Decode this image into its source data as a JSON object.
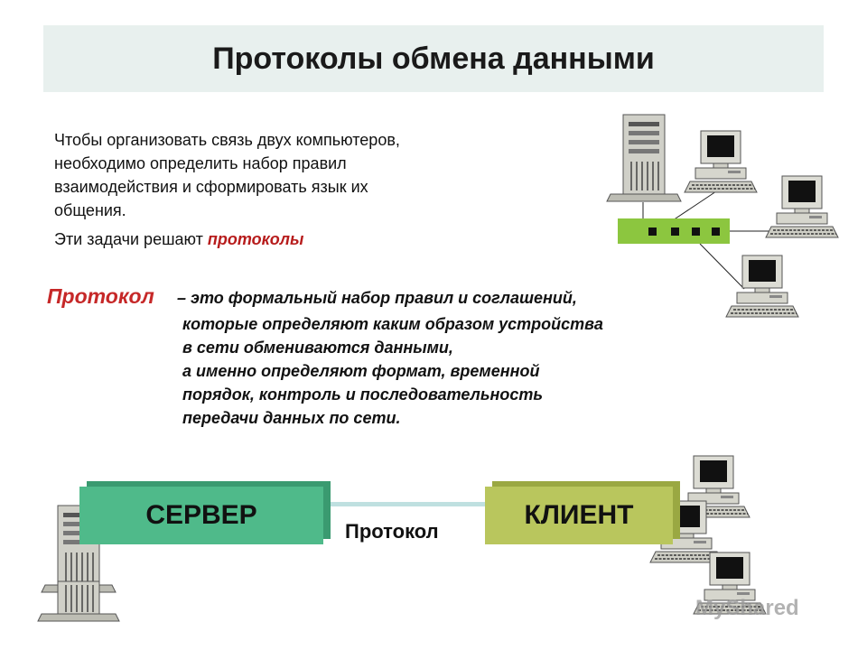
{
  "title": "Протоколы обмена данными",
  "intro_lines": [
    "Чтобы организовать связь двух компьютеров,",
    "необходимо определить набор правил",
    "взаимодействия и сформировать язык их",
    "общения."
  ],
  "tasks_prefix": "Эти задачи решают ",
  "tasks_highlight": "протоколы",
  "definition": {
    "term": "Протокол",
    "dash_text": "– это формальный набор правил и соглашений,",
    "lines": [
      "которые определяют каким образом устройства",
      "в сети обмениваются данными,",
      "а именно определяют формат, временной",
      "порядок, контроль и последовательность",
      "передачи данных по сети."
    ]
  },
  "diagram": {
    "server_label": "СЕРВЕР",
    "client_label": "КЛИЕНТ",
    "protocol_label": "Протокол"
  },
  "watermark": "MyShared",
  "colors": {
    "server": "#4fba8a",
    "client": "#b9c65d",
    "hub": "#8cc63f",
    "highlight": "#c62828"
  }
}
